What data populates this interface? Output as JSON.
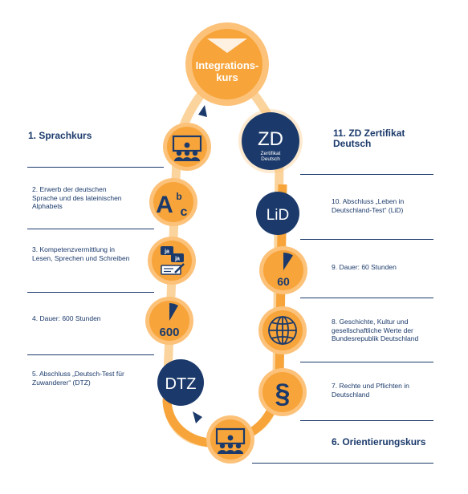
{
  "hero": {
    "line1": "Integrations-",
    "line2": "kurs"
  },
  "steps": [
    {
      "label": "1. Sprachkurs"
    },
    {
      "label": "2. Erwerb der deutschen Sprache und des lateinischen Alphabets"
    },
    {
      "label": "3. Kompetenzvermittlung in Lesen, Sprechen und Schreiben"
    },
    {
      "label": "4. Dauer: 600 Stunden"
    },
    {
      "label": "5. Abschluss „Deutsch-Test für Zuwanderer“ (DTZ)"
    },
    {
      "label": "6. Orientierungskurs"
    },
    {
      "label": "7. Rechte und Pflichten in Deutschland"
    },
    {
      "label": "8. Geschichte, Kultur und gesellschaftliche Werte der Bundesrepublik Deutschland"
    },
    {
      "label": "9. Dauer: 60 Stunden"
    },
    {
      "label": "10. Abschluss „Leben in Deutschland-Test“ (LiD)"
    },
    {
      "label": "11. ZD Zertifikat Deutsch"
    }
  ],
  "icons": {
    "abc_a": "A",
    "abc_b": "b",
    "abc_c": "c",
    "speech_1": "ja",
    "speech_2": "ja",
    "hours_600": "600",
    "dtz": "DTZ",
    "paragraph": "§",
    "hours_60": "60",
    "lid": "LiD",
    "zd": "ZD",
    "zd_sub1": "Zertifikat",
    "zd_sub2": "Deutsch"
  },
  "colors": {
    "orange": "#f7a43a",
    "track": "#fbd49d",
    "navy": "#1b3a6b",
    "hero_outer": "#fcc27a"
  }
}
